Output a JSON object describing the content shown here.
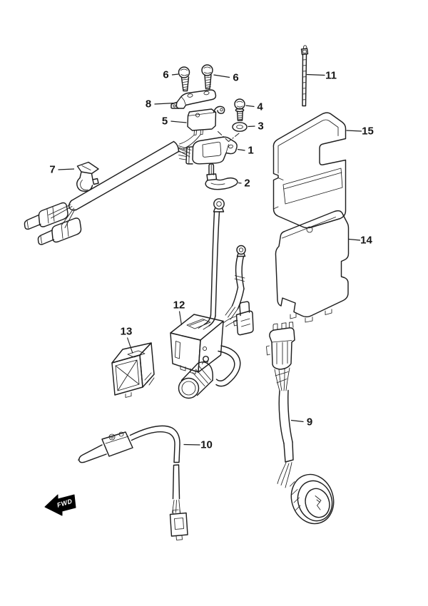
{
  "figure": {
    "colors": {
      "background": "#ffffff",
      "line": "#1f1f1f",
      "callout_text": "#161616"
    },
    "fwd_marker": {
      "label": "FWD",
      "fill_color": "#000000",
      "text_color": "#ffffff"
    },
    "callouts": [
      {
        "number": "1"
      },
      {
        "number": "2"
      },
      {
        "number": "3"
      },
      {
        "number": "4"
      },
      {
        "number": "5"
      },
      {
        "number": "6"
      },
      {
        "number": "6"
      },
      {
        "number": "7"
      },
      {
        "number": "8"
      },
      {
        "number": "9"
      },
      {
        "number": "10"
      },
      {
        "number": "11"
      },
      {
        "number": "12"
      },
      {
        "number": "13"
      },
      {
        "number": "14"
      },
      {
        "number": "15"
      }
    ]
  }
}
